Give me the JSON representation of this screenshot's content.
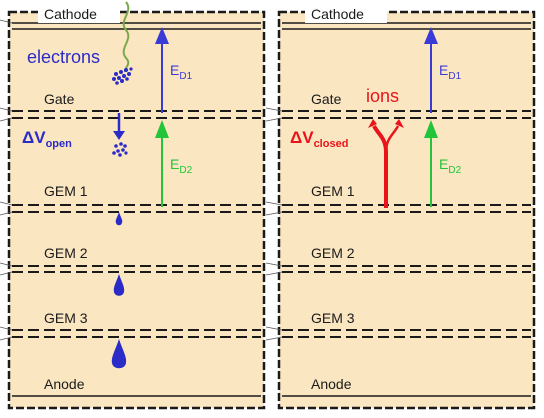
{
  "colors": {
    "panel_fill": "#fbe6c2",
    "frame": "#1a1a1a",
    "electron_blue": "#2b2bc8",
    "field_blue": "#3a3ad6",
    "field_green": "#22c43a",
    "ion_red": "#e8141a",
    "wire_green": "#7ba84a"
  },
  "layers": {
    "cathode": "Cathode",
    "gate": "Gate",
    "gem1": "GEM 1",
    "gem2": "GEM 2",
    "gem3": "GEM 3",
    "anode": "Anode"
  },
  "left_panel": {
    "electrons_label": "electrons",
    "delta_v": "ΔV",
    "delta_v_sub": "open",
    "field1": "E",
    "field1_sub": "D1",
    "field2": "E",
    "field2_sub": "D2"
  },
  "right_panel": {
    "ions_label": "ions",
    "delta_v": "ΔV",
    "delta_v_sub": "closed",
    "field1": "E",
    "field1_sub": "D1",
    "field2": "E",
    "field2_sub": "D2"
  }
}
